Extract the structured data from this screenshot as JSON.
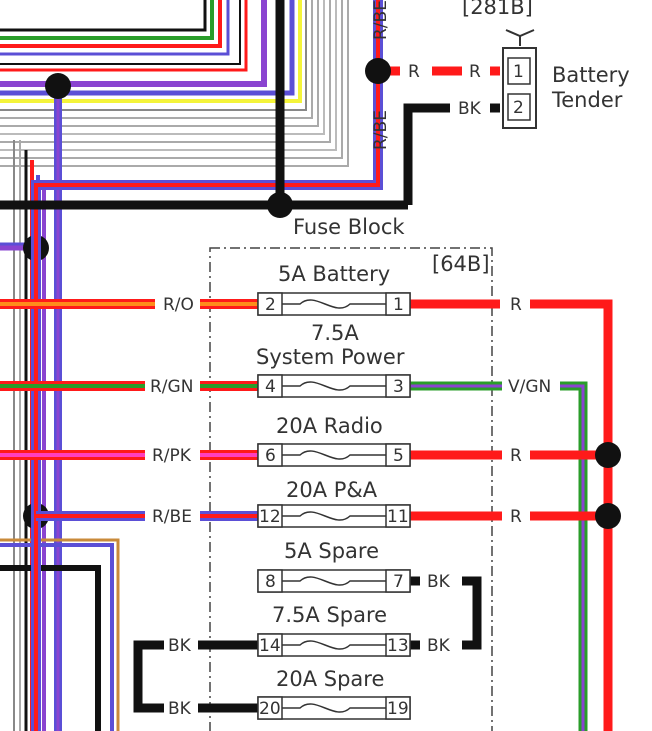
{
  "connectors": {
    "tender_id": "[281B]",
    "tender_label_1": "Battery",
    "tender_label_2": "Tender",
    "tender_pin_1": "1",
    "tender_pin_2": "2",
    "fuse_block_title": "Fuse Block",
    "fuse_block_id": "[64B]"
  },
  "wires": {
    "r_be_top": "R/BE",
    "r_be_mid": "R/BE",
    "r_tender_left": "R",
    "r_tender_right": "R",
    "bk_tender": "BK"
  },
  "fuses": [
    {
      "label": "5A Battery",
      "label2": "",
      "pin_left": "2",
      "pin_right": "1",
      "wire_left": "R/O",
      "wire_right": "R"
    },
    {
      "label": "7.5A",
      "label2": "System Power",
      "pin_left": "4",
      "pin_right": "3",
      "wire_left": "R/GN",
      "wire_right": "V/GN"
    },
    {
      "label": "20A Radio",
      "label2": "",
      "pin_left": "6",
      "pin_right": "5",
      "wire_left": "R/PK",
      "wire_right": "R"
    },
    {
      "label": "20A P&A",
      "label2": "",
      "pin_left": "12",
      "pin_right": "11",
      "wire_left": "R/BE",
      "wire_right": "R"
    },
    {
      "label": "5A Spare",
      "label2": "",
      "pin_left": "8",
      "pin_right": "7",
      "wire_left": "",
      "wire_right": "BK"
    },
    {
      "label": "7.5A Spare",
      "label2": "",
      "pin_left": "14",
      "pin_right": "13",
      "wire_left": "BK",
      "wire_right": "BK"
    },
    {
      "label": "20A Spare",
      "label2": "",
      "pin_left": "20",
      "pin_right": "19",
      "wire_left": "BK",
      "wire_right": ""
    }
  ],
  "colors": {
    "red": "#ff1a1a",
    "orange": "#ff8c1a",
    "green": "#2a9d2a",
    "pink": "#ff3fbf",
    "blue": "#5b4fd6",
    "violet": "#8a44d0",
    "black": "#111111",
    "yellow": "#f4f43a"
  }
}
